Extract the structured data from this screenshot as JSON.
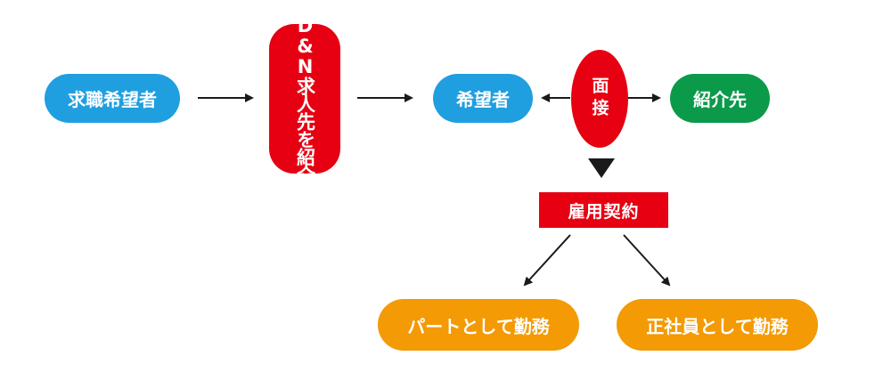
{
  "nodes": {
    "job_seeker": "求職希望者",
    "dn_intro": "D&N求人先を紹介",
    "applicant": "希望者",
    "interview": "面接",
    "referral_company": "紹介先",
    "employment_contract": "雇用契約",
    "part_time": "パートとして勤務",
    "full_time": "正社員として勤務"
  },
  "colors": {
    "blue": "#1f9fe0",
    "red": "#e60012",
    "green": "#0b9a4a",
    "orange": "#f39a05",
    "arrow": "#1a1a1a"
  }
}
